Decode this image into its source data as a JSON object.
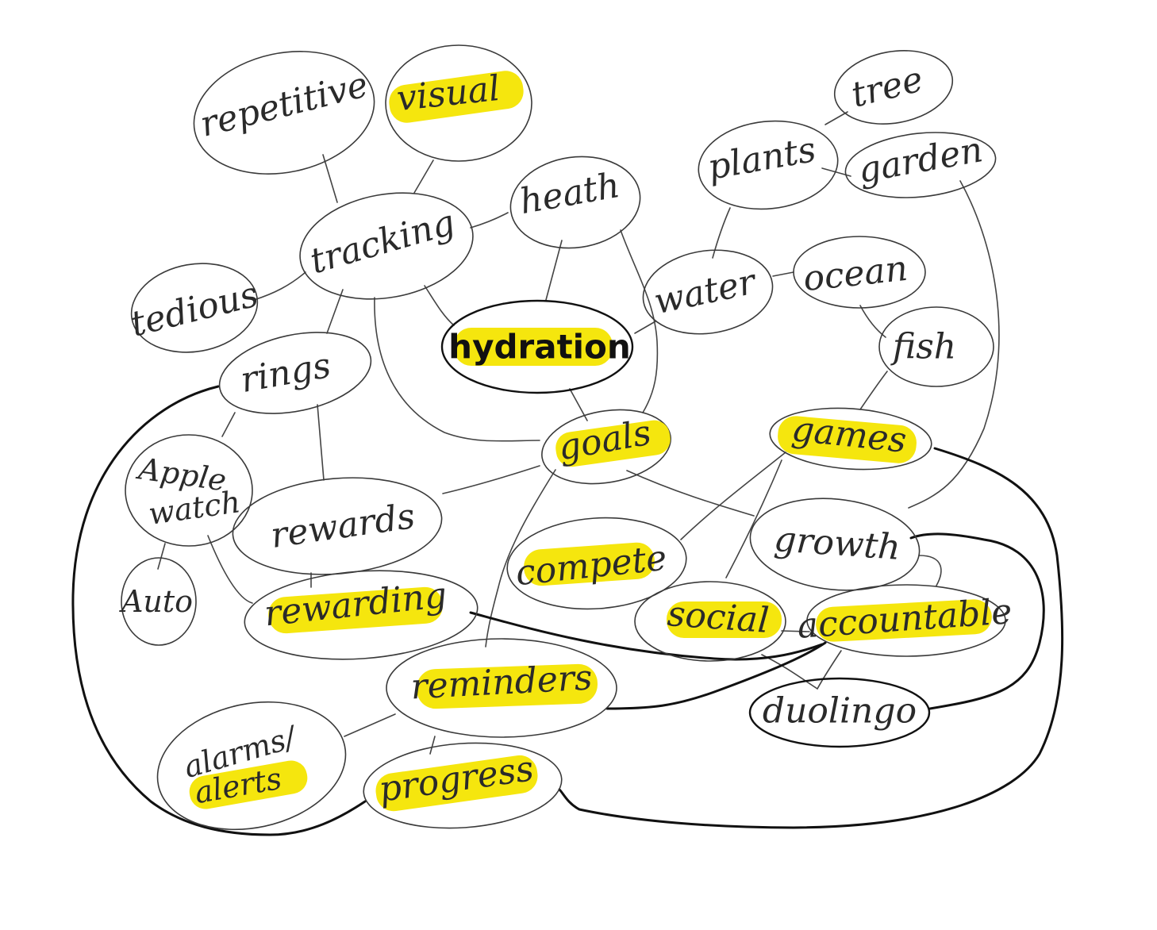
{
  "nodes": {
    "repetitive": "repetitive",
    "visual": "visual",
    "tree": "tree",
    "plants": "plants",
    "garden": "garden",
    "health": "heath",
    "tracking": "tracking",
    "tedious": "tedious",
    "water": "water",
    "ocean": "ocean",
    "hydration": "hydration",
    "fish": "fish",
    "rings": "rings",
    "goals": "goals",
    "games": "games",
    "apple_watch_line1": "Apple",
    "apple_watch_line2": "watch",
    "rewards": "rewards",
    "growth": "growth",
    "compete": "compete",
    "auto": "Auto",
    "rewarding": "rewarding",
    "social": "social",
    "accountable": "accountable",
    "reminders": "reminders",
    "duolingo": "duolingo",
    "alarms_line1": "alarms/",
    "alarms_line2": "alerts",
    "progress": "progress"
  },
  "colors": {
    "highlight": "#f5e60e",
    "ink": "#2a2a2a"
  }
}
